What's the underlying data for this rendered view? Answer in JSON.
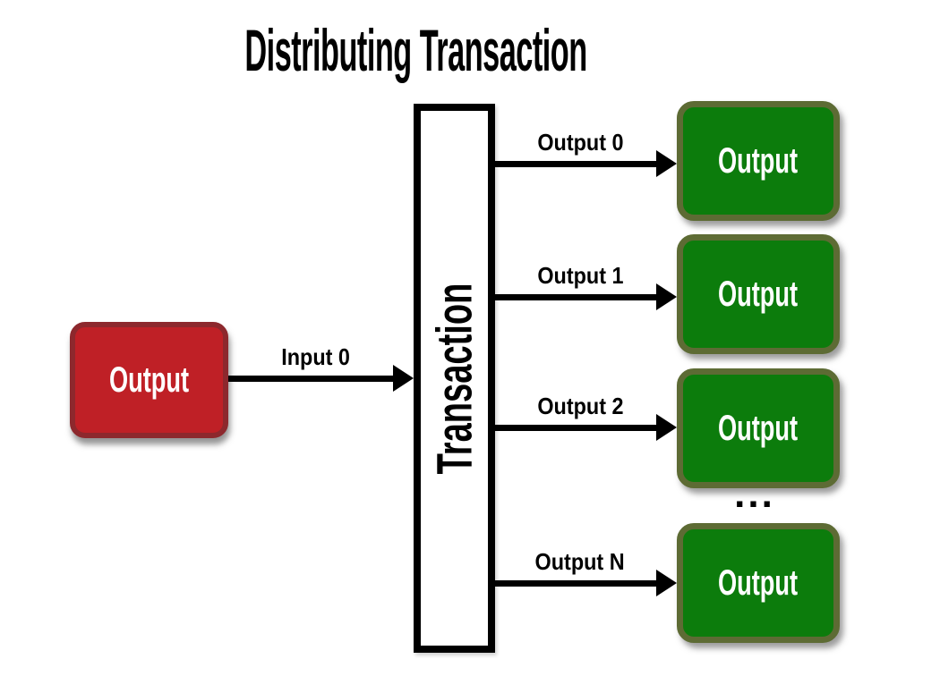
{
  "title": "Distributing Transaction",
  "colors": {
    "input_box_fill": "#bf2026",
    "input_box_border": "#8d282d",
    "output_box_fill": "#0c7c0c",
    "output_box_border": "#5d6b34",
    "transaction_box_fill": "#ffffff",
    "transaction_box_border": "#000000",
    "box_text": "#ffffff",
    "line": "#000000",
    "background": "#ffffff"
  },
  "input_box": {
    "label": "Output"
  },
  "transaction_box": {
    "label": "Transaction"
  },
  "input_arrow": {
    "label": "Input 0"
  },
  "output_arrows": [
    {
      "label": "Output 0"
    },
    {
      "label": "Output 1"
    },
    {
      "label": "Output 2"
    },
    {
      "label": "Output N"
    }
  ],
  "output_boxes": [
    {
      "label": "Output"
    },
    {
      "label": "Output"
    },
    {
      "label": "Output"
    },
    {
      "label": "Output"
    }
  ],
  "ellipsis": "..."
}
